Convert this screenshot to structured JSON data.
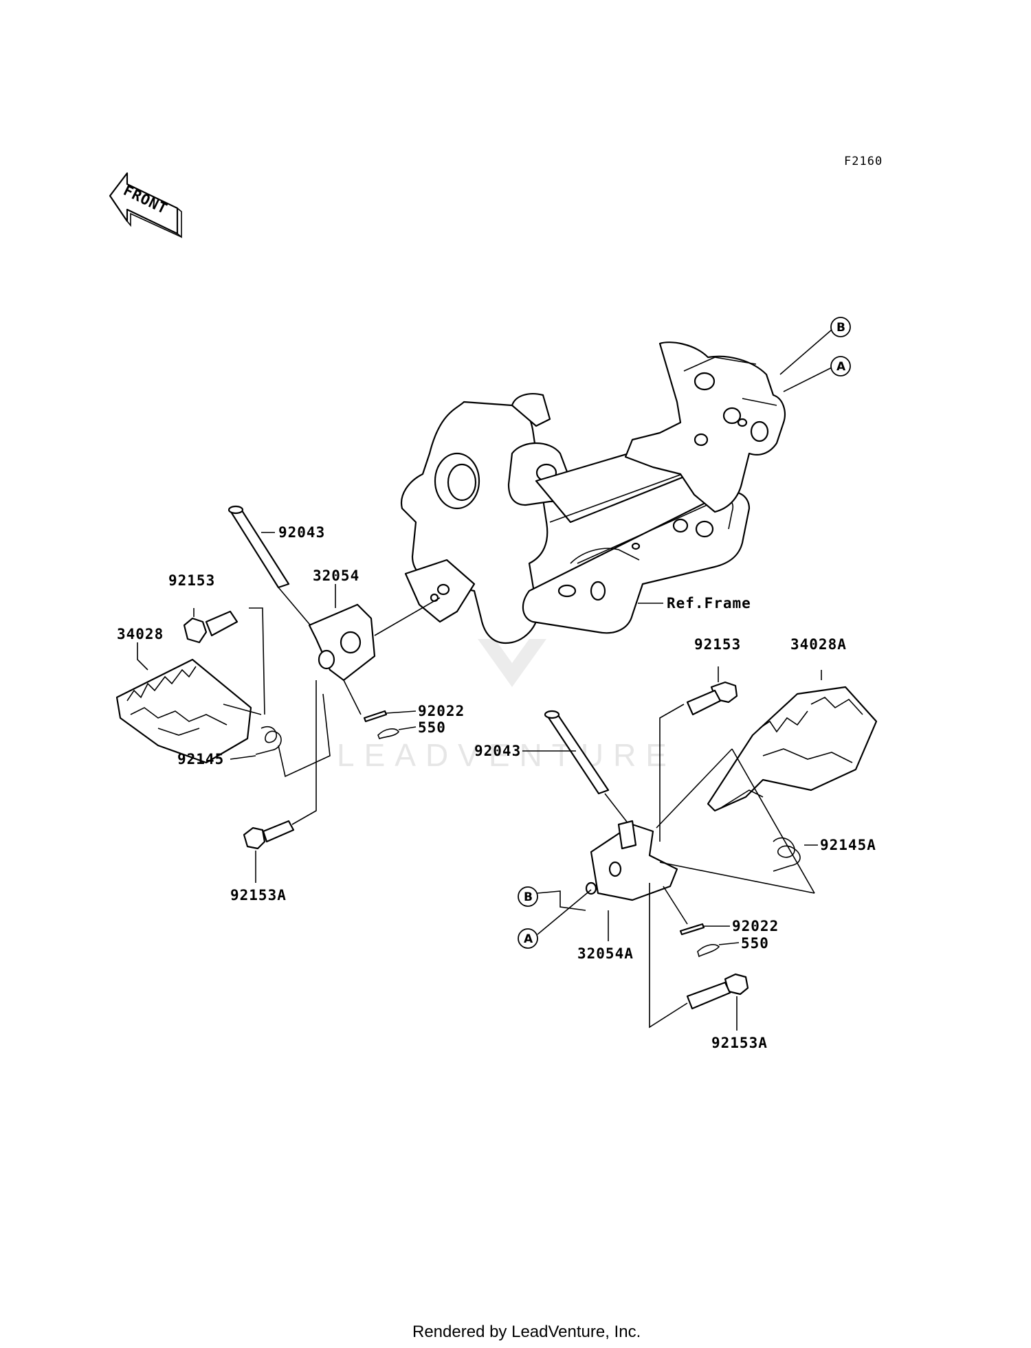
{
  "figure_id": "F2160",
  "front_arrow_label": "FRONT",
  "watermark": "LEADVENTURE",
  "footer": "Rendered by LeadVenture, Inc.",
  "ref_frame_label": "Ref.Frame",
  "callouts": {
    "a": "A",
    "b": "B"
  },
  "parts_left": {
    "pin": "92043",
    "bracket": "32054",
    "bolt_upper": "92153",
    "footpeg": "34028",
    "spring": "92145",
    "bolt_lower": "92153A",
    "washer": "92022",
    "cotter_pin": "550"
  },
  "parts_right": {
    "pin": "92043",
    "bracket": "32054A",
    "bolt_upper": "92153",
    "footpeg": "34028A",
    "spring": "92145A",
    "bolt_lower": "92153A",
    "washer": "92022",
    "cotter_pin": "550"
  }
}
